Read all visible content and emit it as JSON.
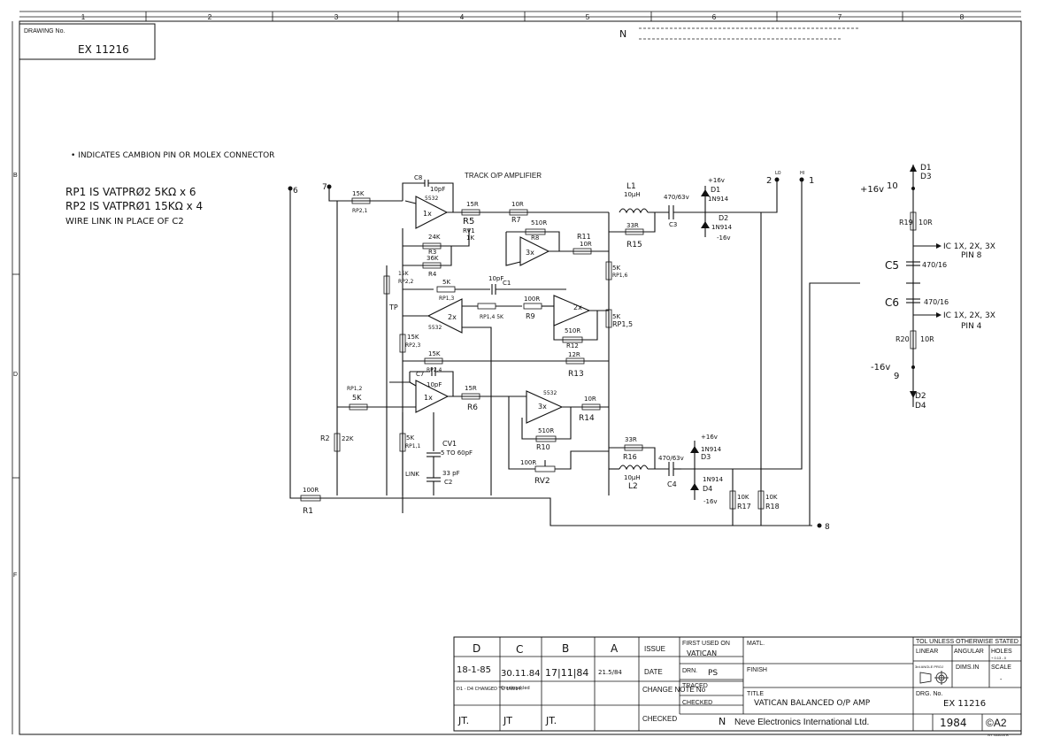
{
  "drawing_no_label": "DRAWING No.",
  "drawing_no": "EX 11216",
  "zones_top": [
    "1",
    "2",
    "3",
    "4",
    "5",
    "6",
    "7",
    "8"
  ],
  "zones_left": [
    "B",
    "D",
    "F"
  ],
  "notes": {
    "connector": "• INDICATES CAMBION PIN OR MOLEX CONNECTOR",
    "rp1": "RP1 IS VATPRØ2 5KΩ x 6",
    "rp2": "RP2 IS VATPRØ1 15KΩ x 4",
    "wire": "WIRE LINK IN PLACE OF C2"
  },
  "schematic": {
    "title": "TRACK O/P AMPLIFIER",
    "labels": {
      "c8": "C8",
      "c8v": "10pF",
      "ic5532a": "5532",
      "x1a": "1x",
      "r5": "R5",
      "r5v": "15R",
      "rv1": "RV1",
      "rv1v": "1K",
      "r7": "R7",
      "r7v": "10R",
      "r8": "R8",
      "r8v": "510R",
      "x3a": "3x",
      "r11": "R11",
      "r11v": "10R",
      "l1": "L1",
      "l1v": "10µH",
      "r15": "R15",
      "r15v": "33R",
      "c3": "C3",
      "c3v": "470/63v",
      "d1": "D1",
      "d1v": "1N914",
      "d2": "D2",
      "d2v": "1N914",
      "p16": "+16v",
      "m16": "-16v",
      "r3": "R3",
      "r3v": "24K",
      "r4": "R4",
      "r4v": "36K",
      "rp25": "RP2,2",
      "rp25v": "15K",
      "rp13": "RP1,3",
      "rp13v": "5K",
      "c1": "C1",
      "c1v": "10pF",
      "rp14": "RP1,4 5K",
      "r9": "R9",
      "r9v": "100R",
      "x2a": "2x",
      "x2b": "2x",
      "ic5532b": "5532",
      "r12": "R12",
      "r12v": "510R",
      "rp16": "RP1,6",
      "rp16v": "5K",
      "rp15": "RP1,5",
      "rp15v": "5K",
      "tp": "TP",
      "rp23": "RP2,3",
      "rp23v": "15K",
      "rp24": "RP2,4",
      "rp24v": "15K",
      "r13": "R13",
      "r13v": "12R",
      "c7": "C7",
      "c7v": "10pF",
      "x1b": "1x",
      "r6": "R6",
      "r6v": "15R",
      "x3b": "3x",
      "ic5532c": "5532",
      "r14": "R14",
      "r14v": "10R",
      "r10": "R10",
      "r10v": "510R",
      "rv2": "RV2",
      "rv2v": "100R",
      "rp11": "RP1,1",
      "rp11v": "5K",
      "cv1": "CV1",
      "cv1v": "5 TO 60pF",
      "link": "LINK",
      "c2": "C2",
      "c2v": "33 pF",
      "r16": "R16",
      "r16v": "33R",
      "l2": "L2",
      "l2v": "10µH",
      "c4": "C4",
      "c4v": "470/63v",
      "d3": "D3",
      "d3v": "1N914",
      "d4": "D4",
      "d4v": "1N914",
      "r17": "R17",
      "r17v": "10K",
      "r18": "R18",
      "r18v": "10K",
      "rp21": "RP2,1",
      "rp21v": "15K",
      "rp12": "RP1,2",
      "rp12v": "5K",
      "r2": "R2",
      "r2v": "22K",
      "r1": "R1",
      "r1v": "100R",
      "pin6": "6",
      "pin7": "7",
      "pin2": "2",
      "pin1": "1",
      "pin8": "8",
      "lo": "LO",
      "hi": "HI"
    }
  },
  "supply": {
    "d1d3": "D1",
    "d1d3b": "D3",
    "p16": "+16v",
    "pin10": "10",
    "r19": "R19",
    "r19v": "10R",
    "ic_top": "IC 1X, 2X, 3X",
    "pin8": "PIN 8",
    "c5": "C5",
    "c5v": "470/16",
    "c6": "C6",
    "c6v": "470/16",
    "ic_bot": "IC 1X, 2X, 3X",
    "pin4": "PIN 4",
    "r20": "R20",
    "r20v": "10R",
    "m16": "-16v",
    "pin9": "9",
    "d2": "D2",
    "d4": "D4"
  },
  "title_block": {
    "issues": [
      "D",
      "C",
      "B",
      "A"
    ],
    "issue_label": "ISSUE",
    "dates": [
      "18-1-85",
      "30.11.84",
      "17|11|84",
      "21.5/84"
    ],
    "date_label": "DATE",
    "change_notes": [
      "D1 - D4 CHANGED TO 1N914.",
      "Crackrackled",
      "",
      ""
    ],
    "change_label": "CHANGE NOTE No",
    "checked_initials": [
      "JT.",
      "JT",
      "JT.",
      ""
    ],
    "checked_label": "CHECKED",
    "first_used_label": "FIRST USED ON",
    "first_used": "VATICAN",
    "matl_label": "MATL.",
    "drn_label": "DRN.",
    "drn": "PS",
    "finish_label": "FINISH",
    "traced_label": "TRACED",
    "checked2_label": "CHECKED",
    "title_label": "TITLE",
    "title": "VATICAN BALANCED O/P AMP",
    "company": "Neve Electronics International Ltd.",
    "tol_label": "TOL UNLESS OTHERWISE STATED",
    "linear_label": "LINEAR",
    "angular_label": "ANGULAR",
    "holes_label": "HOLES",
    "holes_tol": "+ 0.13 - 0",
    "projection_label": "3rd ANGLE PROJ",
    "dims_label": "DIMS.IN",
    "scale_label": "SCALE",
    "scale": "-",
    "drg_label": "DRG. No.",
    "drg_no": "EX 11216",
    "year": "1984",
    "size": "©A2",
    "ref": "NY 435653 B"
  }
}
